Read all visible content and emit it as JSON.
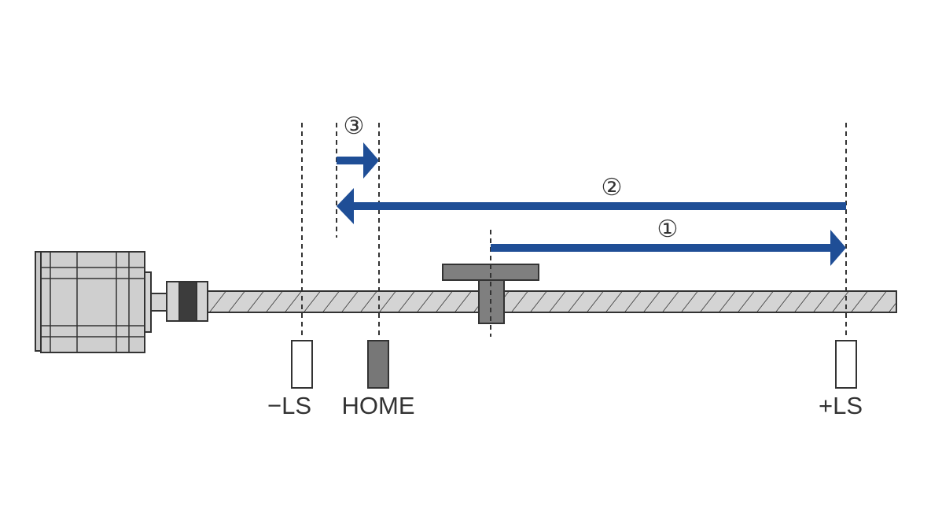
{
  "sensors": {
    "minus_ls": "−LS",
    "home": "HOME",
    "plus_ls": "+LS"
  },
  "steps": {
    "step1": "①",
    "step2": "②",
    "step3": "③"
  },
  "colors": {
    "arrow": "#1f4e96",
    "sensor_off": "#ffffff",
    "sensor_home": "#777777",
    "screw_fill": "#d4d4d4",
    "motor_fill": "#cfcfcf",
    "carriage_fill": "#7f7f7f",
    "line": "#333333"
  },
  "icons": [
    "stepper-motor-icon",
    "coupling-icon",
    "ball-screw-icon",
    "carriage-icon",
    "limit-sensor-icon"
  ]
}
